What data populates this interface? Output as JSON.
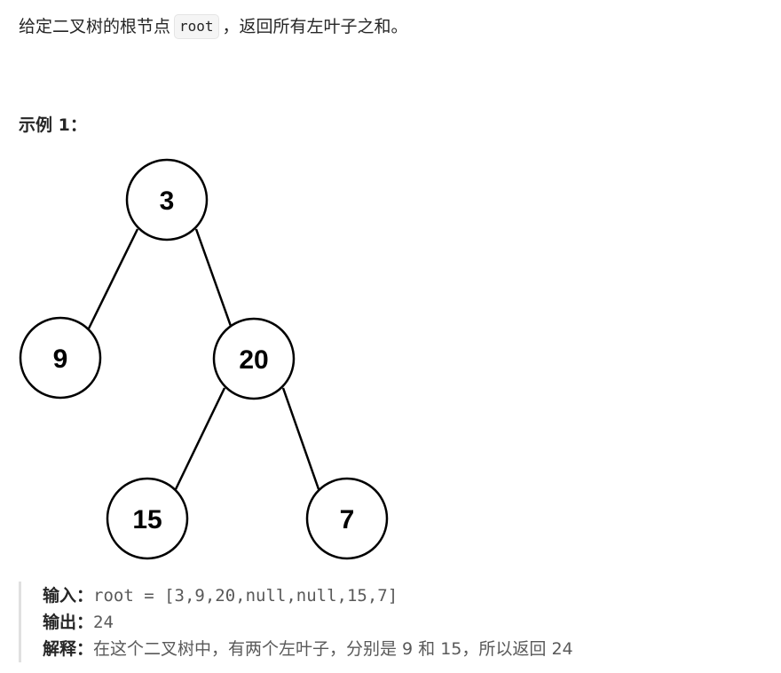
{
  "problem": {
    "text_before": "给定二叉树的根节点",
    "code": "root",
    "text_after": "，返回所有左叶子之和。"
  },
  "example": {
    "heading": "示例 1：",
    "tree_nodes": [
      "3",
      "9",
      "20",
      "15",
      "7"
    ],
    "input_label": "输入：",
    "input_value": "root = [3,9,20,null,null,15,7]",
    "output_label": "输出：",
    "output_value": "24",
    "explain_label": "解释：",
    "explain_value": "在这个二叉树中，有两个左叶子，分别是 9 和 15，所以返回 24"
  }
}
